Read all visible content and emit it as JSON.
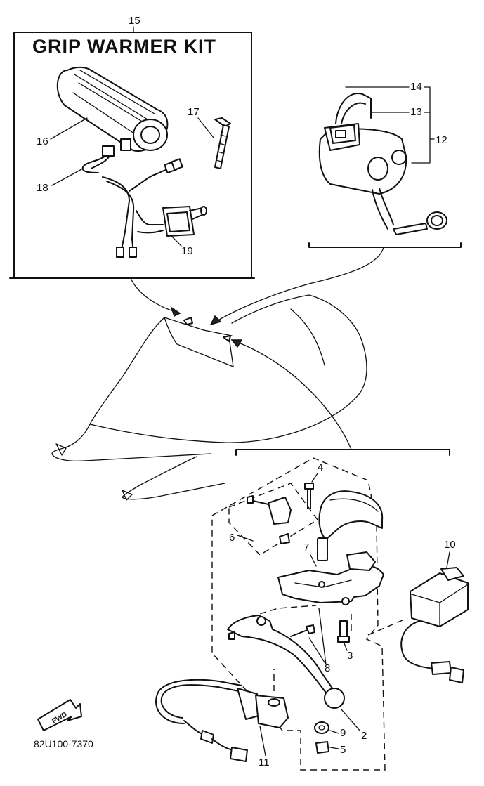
{
  "kit_title": "GRIP WARMER KIT",
  "diagram_code": "82U100-7370",
  "fwd_label": "FWD",
  "callouts": {
    "c2": "2",
    "c3": "3",
    "c4": "4",
    "c5": "5",
    "c6": "6",
    "c7": "7",
    "c8": "8",
    "c9": "9",
    "c10": "10",
    "c11": "11",
    "c12": "12",
    "c13": "13",
    "c14": "14",
    "c15": "15",
    "c16": "16",
    "c17": "17",
    "c18": "18",
    "c19": "19"
  }
}
